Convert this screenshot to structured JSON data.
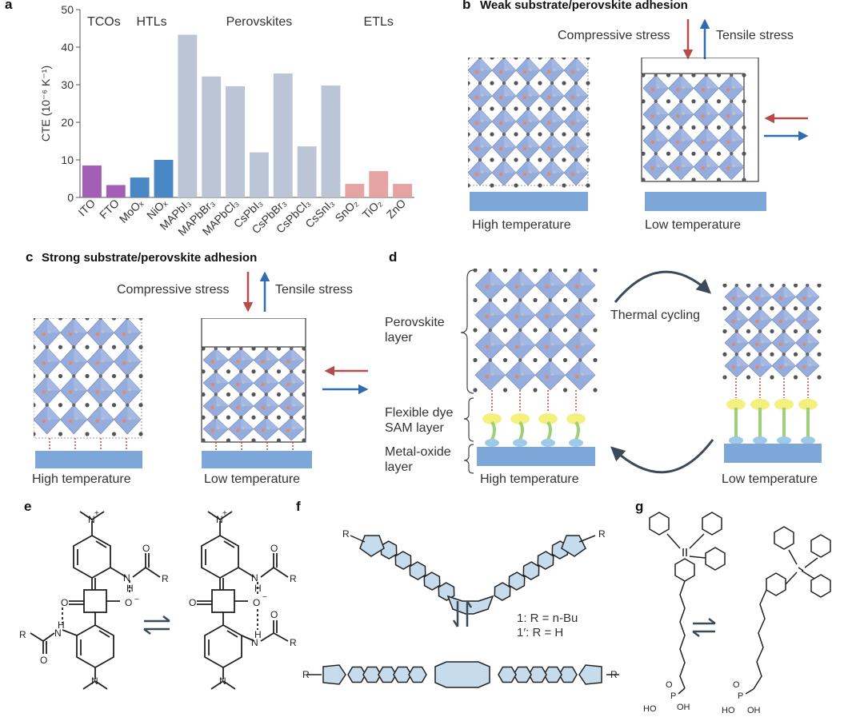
{
  "panels": {
    "a": {
      "label": "a"
    },
    "b": {
      "label": "b",
      "title": "Weak substrate/perovskite adhesion",
      "compressive": "Compressive stress",
      "tensile": "Tensile stress",
      "high": "High temperature",
      "low": "Low temperature"
    },
    "c": {
      "label": "c",
      "title": "Strong substrate/perovskite adhesion",
      "compressive": "Compressive stress",
      "tensile": "Tensile stress",
      "high": "High temperature",
      "low": "Low temperature"
    },
    "d": {
      "label": "d",
      "perovskite": "Perovskite layer",
      "sam": "Flexible dye SAM layer",
      "oxide": "Metal-oxide layer",
      "cycling": "Thermal cycling",
      "high": "High temperature",
      "low": "Low temperature"
    },
    "e": {
      "label": "e"
    },
    "f": {
      "label": "f",
      "cmp1": "1: R = n-Bu",
      "cmp1p": "1′: R = H"
    },
    "g": {
      "label": "g"
    }
  },
  "chart_data": {
    "type": "bar",
    "ylabel": "CTE (10⁻⁶ K⁻¹)",
    "ylim": [
      0,
      50
    ],
    "yticks": [
      0,
      10,
      20,
      30,
      40,
      50
    ],
    "groups": [
      {
        "name": "TCOs",
        "color": "#a35fb5"
      },
      {
        "name": "HTLs",
        "color": "#4a87c5"
      },
      {
        "name": "Perovskites",
        "color": "#bcc5d6"
      },
      {
        "name": "ETLs",
        "color": "#e6a3a3"
      }
    ],
    "bars": [
      {
        "category": "ITO",
        "value": 8.5,
        "group": "TCOs"
      },
      {
        "category": "FTO",
        "value": 3.3,
        "group": "TCOs"
      },
      {
        "category": "MoOₓ",
        "value": 5.3,
        "group": "HTLs"
      },
      {
        "category": "NiOₓ",
        "value": 10.0,
        "group": "HTLs"
      },
      {
        "category": "MAPbI₃",
        "value": 43.3,
        "group": "Perovskites"
      },
      {
        "category": "MAPbBr₃",
        "value": 32.2,
        "group": "Perovskites"
      },
      {
        "category": "MAPbCl₃",
        "value": 29.6,
        "group": "Perovskites"
      },
      {
        "category": "CsPbI₃",
        "value": 12.0,
        "group": "Perovskites"
      },
      {
        "category": "CsPbBr₃",
        "value": 33.0,
        "group": "Perovskites"
      },
      {
        "category": "CsPbCl₃",
        "value": 13.6,
        "group": "Perovskites"
      },
      {
        "category": "CsSnI₃",
        "value": 29.8,
        "group": "Perovskites"
      },
      {
        "category": "SnO₂",
        "value": 3.6,
        "group": "ETLs"
      },
      {
        "category": "TiO₂",
        "value": 7.0,
        "group": "ETLs"
      },
      {
        "category": "ZnO",
        "value": 3.6,
        "group": "ETLs"
      }
    ]
  }
}
